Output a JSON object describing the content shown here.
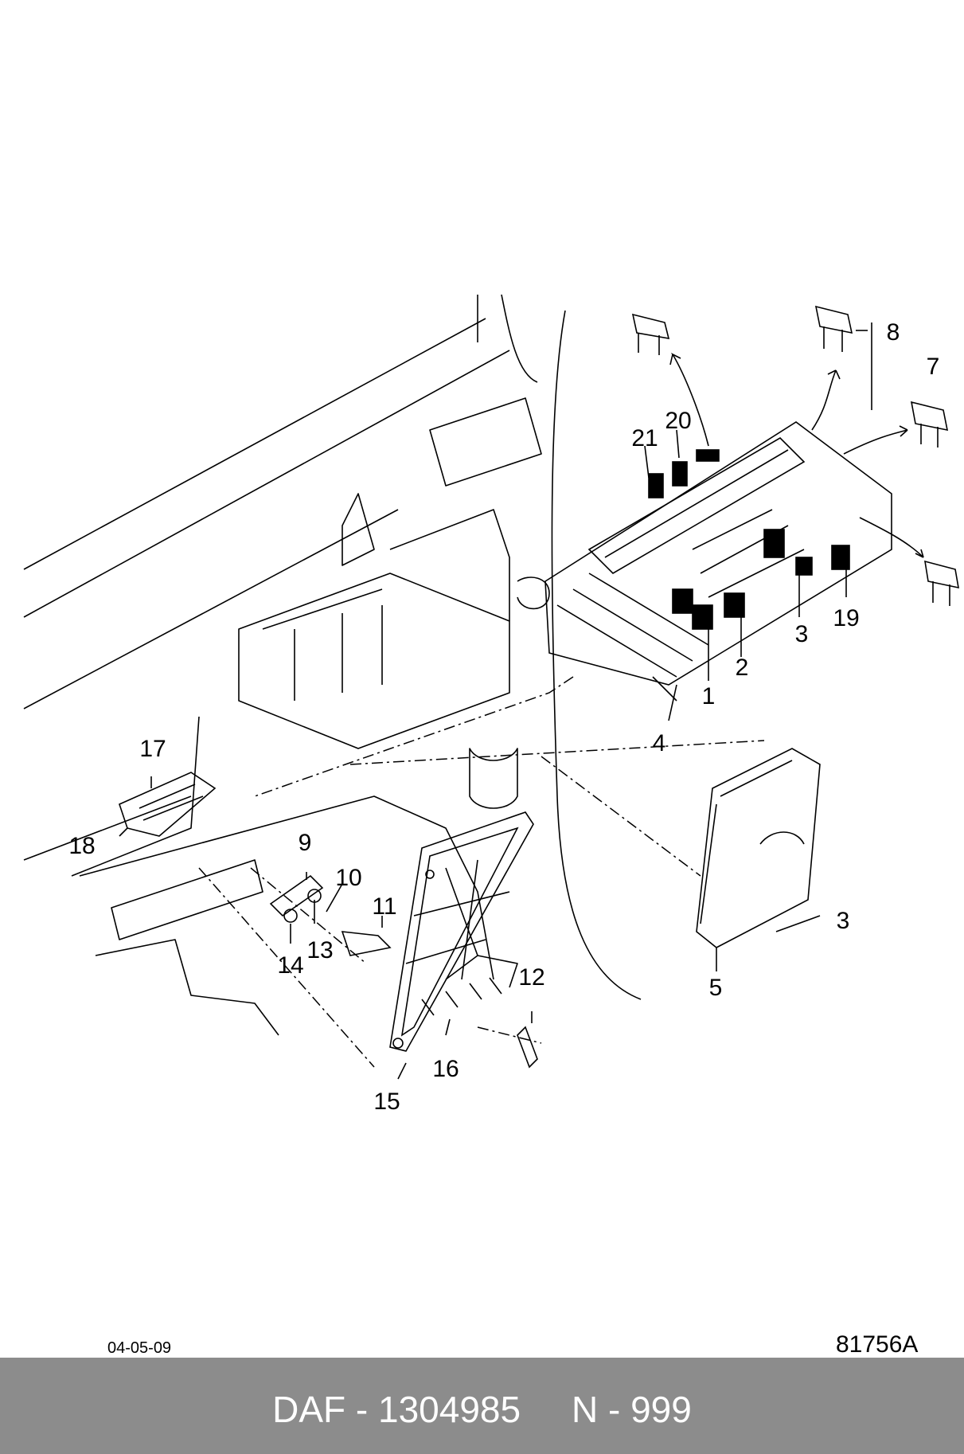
{
  "callouts": [
    "1",
    "2",
    "3",
    "3",
    "4",
    "5",
    "7",
    "8",
    "9",
    "10",
    "11",
    "12",
    "13",
    "14",
    "15",
    "16",
    "17",
    "18",
    "19",
    "20",
    "21"
  ],
  "date": "04-05-09",
  "drawing_number": "81756A",
  "footer": {
    "text": "DAF - 1304985     N - 999"
  }
}
